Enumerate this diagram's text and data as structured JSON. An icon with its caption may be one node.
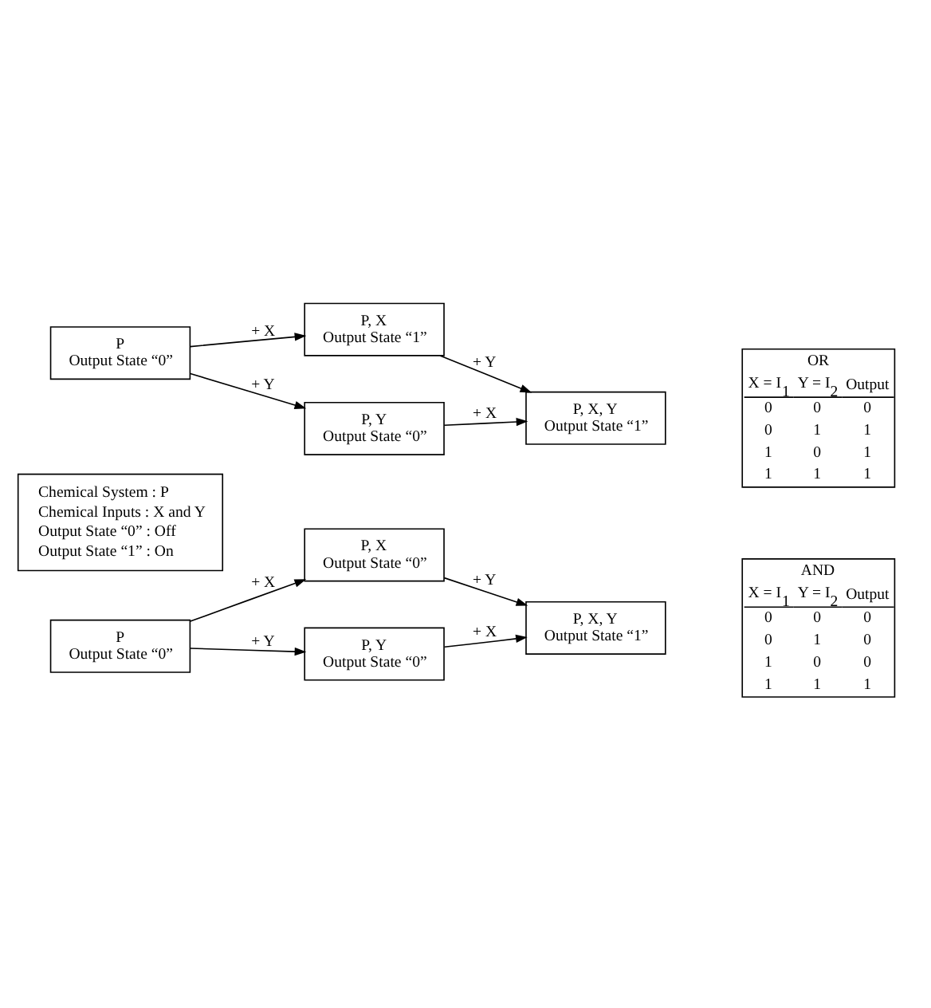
{
  "diagram": {
    "nodes": [
      {
        "text": [
          "P, X",
          "Output State “0”"
        ]
      },
      {
        "text": [
          "P",
          "Output State “0”"
        ]
      },
      {
        "text": [
          "P, X, Y",
          "Output State “1”"
        ]
      },
      {
        "text": [
          "P, Y",
          "Output State “0”"
        ]
      },
      {
        "text": [
          "P, X",
          "Output State “1”"
        ]
      },
      {
        "text": [
          "P",
          "Output State “0”"
        ]
      },
      {
        "text": [
          "P, X, Y",
          "Output State “1”"
        ]
      },
      {
        "text": [
          "P, Y",
          "Output State “0”"
        ]
      },
      {
        "text": [
          "Chemical System : P",
          "Chemical Inputs : X and Y",
          "Output State “0” : Off",
          "Output State “1” : On"
        ]
      }
    ],
    "edges": [
      {
        "from": 1,
        "to": 0,
        "arrow": "to",
        "label": "+ X"
      },
      {
        "from": 0,
        "to": 2,
        "arrow": "to",
        "label": "+ Y"
      },
      {
        "from": 1,
        "to": 3,
        "arrow": "to",
        "label": "+ Y"
      },
      {
        "from": 3,
        "to": 2,
        "arrow": "to",
        "label": "+ X"
      },
      {
        "from": 5,
        "to": 4,
        "arrow": "to",
        "label": "+ X"
      },
      {
        "from": 4,
        "to": 6,
        "arrow": "to",
        "label": "+ Y"
      },
      {
        "from": 5,
        "to": 7,
        "arrow": "to",
        "label": "+ Y"
      },
      {
        "from": 7,
        "to": 6,
        "arrow": "to",
        "label": "+ X"
      }
    ],
    "labels": [
      "AND",
      "X = I$_{1}$",
      "Y = I$_{2}$",
      "Output",
      "0",
      "0",
      "0",
      "0",
      "1",
      "0",
      "1",
      "0",
      "0",
      "1",
      "1",
      "1",
      "OR",
      "X = I$_{1}$",
      "Y = I$_{2}$",
      "Output",
      "0",
      "0",
      "0",
      "0",
      "1",
      "1",
      "1",
      "0",
      "1",
      "1",
      "1",
      "1"
    ]
  }
}
